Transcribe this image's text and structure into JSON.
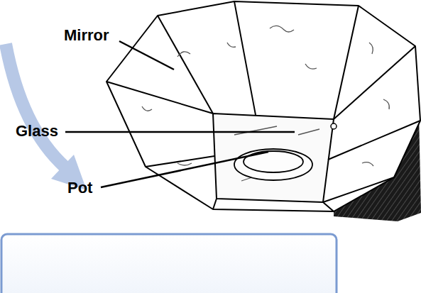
{
  "diagram": {
    "labels": [
      "Mirror",
      "Glass",
      "Pot"
    ]
  }
}
